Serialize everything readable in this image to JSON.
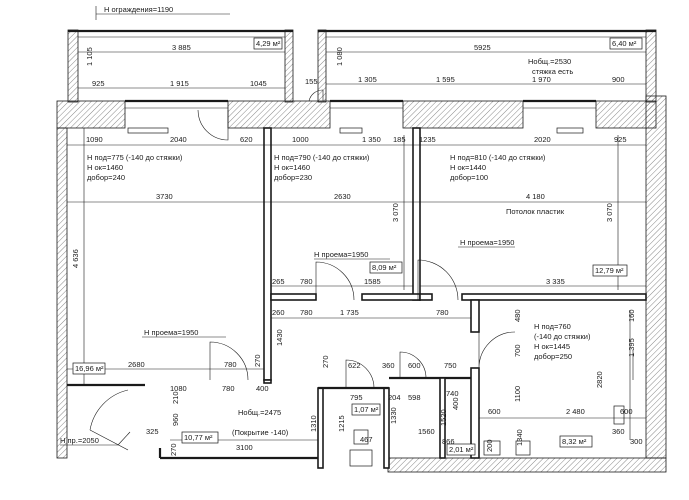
{
  "top_notes": {
    "fence_height": "Н ограждения=1190",
    "area_total_balcony": "Нобщ.=2530",
    "screed_present": "стяжка есть"
  },
  "areas": [
    {
      "id": "balcony-left",
      "value": "4,29 м²"
    },
    {
      "id": "balcony-right",
      "value": "6,40 м²"
    },
    {
      "id": "room-left",
      "value": "16,96 м²"
    },
    {
      "id": "room-middle",
      "value": "8,09 м²"
    },
    {
      "id": "room-right",
      "value": "12,79 м²"
    },
    {
      "id": "hall",
      "value": "10,77 м²"
    },
    {
      "id": "bath",
      "value": "1,07 м²"
    },
    {
      "id": "wc",
      "value": "2,01 м²"
    },
    {
      "id": "kitchen",
      "value": "8,32 м²"
    }
  ],
  "room_notes": {
    "left": [
      "Н под=775 (-140 до стяжки)",
      "Н ок=1460",
      "добор=240"
    ],
    "middle": [
      "Н под=790 (-140 до стяжки)",
      "Н ок=1460",
      "добор=230"
    ],
    "right": [
      "Н под=810 (-140 до стяжки)",
      "Н ок=1440",
      "добор=100"
    ],
    "kitchen": [
      "Н под=760",
      "(-140 до стяжки)",
      "Н ок=1445",
      "добор=250"
    ],
    "ceiling_right": "Потолок пластик",
    "opening_left": "Н проема=1950",
    "opening_middle": "Н проема=1950",
    "opening_right": "Н проема=1950",
    "hall_area_total": "Нобщ.=2475",
    "hall_cover": "(Покрытие -140)",
    "entrance_floor": "Н пр.=2050"
  },
  "dimensions": [
    {
      "id": "d-3885",
      "text": "3 885"
    },
    {
      "id": "d-5925",
      "text": "5925"
    },
    {
      "id": "d-1105",
      "text": "1 105"
    },
    {
      "id": "d-1080",
      "text": "1 080"
    },
    {
      "id": "d-925a",
      "text": "925"
    },
    {
      "id": "d-1915",
      "text": "1 915"
    },
    {
      "id": "d-1045",
      "text": "1045"
    },
    {
      "id": "d-155",
      "text": "155"
    },
    {
      "id": "d-1305",
      "text": "1 305"
    },
    {
      "id": "d-1595",
      "text": "1 595"
    },
    {
      "id": "d-1970",
      "text": "1 970"
    },
    {
      "id": "d-900",
      "text": "900"
    },
    {
      "id": "d-1090",
      "text": "1090"
    },
    {
      "id": "d-2040",
      "text": "2040"
    },
    {
      "id": "d-620",
      "text": "620"
    },
    {
      "id": "d-1000",
      "text": "1000"
    },
    {
      "id": "d-1350",
      "text": "1 350"
    },
    {
      "id": "d-185",
      "text": "185"
    },
    {
      "id": "d-1235",
      "text": "1235"
    },
    {
      "id": "d-2020",
      "text": "2020"
    },
    {
      "id": "d-925b",
      "text": "925"
    },
    {
      "id": "d-3730",
      "text": "3730"
    },
    {
      "id": "d-2630",
      "text": "2630"
    },
    {
      "id": "d-4180",
      "text": "4 180"
    },
    {
      "id": "d-4636",
      "text": "4 636"
    },
    {
      "id": "d-3070a",
      "text": "3 070"
    },
    {
      "id": "d-3070b",
      "text": "3 070"
    },
    {
      "id": "d-265",
      "text": "265"
    },
    {
      "id": "d-780a",
      "text": "780"
    },
    {
      "id": "d-1585",
      "text": "1585"
    },
    {
      "id": "d-3335",
      "text": "3 335"
    },
    {
      "id": "d-260",
      "text": "260"
    },
    {
      "id": "d-780b",
      "text": "780"
    },
    {
      "id": "d-1735",
      "text": "1 735"
    },
    {
      "id": "d-780c",
      "text": "780"
    },
    {
      "id": "d-1430",
      "text": "1430"
    },
    {
      "id": "d-480",
      "text": "480"
    },
    {
      "id": "d-160",
      "text": "160"
    },
    {
      "id": "d-700",
      "text": "700"
    },
    {
      "id": "d-1395",
      "text": "1 395"
    },
    {
      "id": "d-2680",
      "text": "2680"
    },
    {
      "id": "d-780d",
      "text": "780"
    },
    {
      "id": "d-270a",
      "text": "270"
    },
    {
      "id": "d-270b",
      "text": "270"
    },
    {
      "id": "d-622",
      "text": "622"
    },
    {
      "id": "d-360a",
      "text": "360"
    },
    {
      "id": "d-600a",
      "text": "600"
    },
    {
      "id": "d-750",
      "text": "750"
    },
    {
      "id": "d-1080b",
      "text": "1080"
    },
    {
      "id": "d-780e",
      "text": "780"
    },
    {
      "id": "d-400a",
      "text": "400"
    },
    {
      "id": "d-795",
      "text": "795"
    },
    {
      "id": "d-204",
      "text": "204"
    },
    {
      "id": "d-598",
      "text": "598"
    },
    {
      "id": "d-740",
      "text": "740"
    },
    {
      "id": "d-1100",
      "text": "1100"
    },
    {
      "id": "d-2820",
      "text": "2820"
    },
    {
      "id": "d-210",
      "text": "210"
    },
    {
      "id": "d-960",
      "text": "960"
    },
    {
      "id": "d-1310",
      "text": "1310"
    },
    {
      "id": "d-1215",
      "text": "1215"
    },
    {
      "id": "d-1330",
      "text": "1330"
    },
    {
      "id": "d-1520",
      "text": "1520"
    },
    {
      "id": "d-400b",
      "text": "400"
    },
    {
      "id": "d-600b",
      "text": "600"
    },
    {
      "id": "d-2480",
      "text": "2 480"
    },
    {
      "id": "d-600c",
      "text": "600"
    },
    {
      "id": "d-325",
      "text": "325"
    },
    {
      "id": "d-3100",
      "text": "3100"
    },
    {
      "id": "d-467",
      "text": "467"
    },
    {
      "id": "d-1560",
      "text": "1560"
    },
    {
      "id": "d-866",
      "text": "866"
    },
    {
      "id": "d-200",
      "text": "200"
    },
    {
      "id": "d-1340",
      "text": "1340"
    },
    {
      "id": "d-360b",
      "text": "360"
    },
    {
      "id": "d-300",
      "text": "300"
    },
    {
      "id": "d-270c",
      "text": "270"
    }
  ]
}
